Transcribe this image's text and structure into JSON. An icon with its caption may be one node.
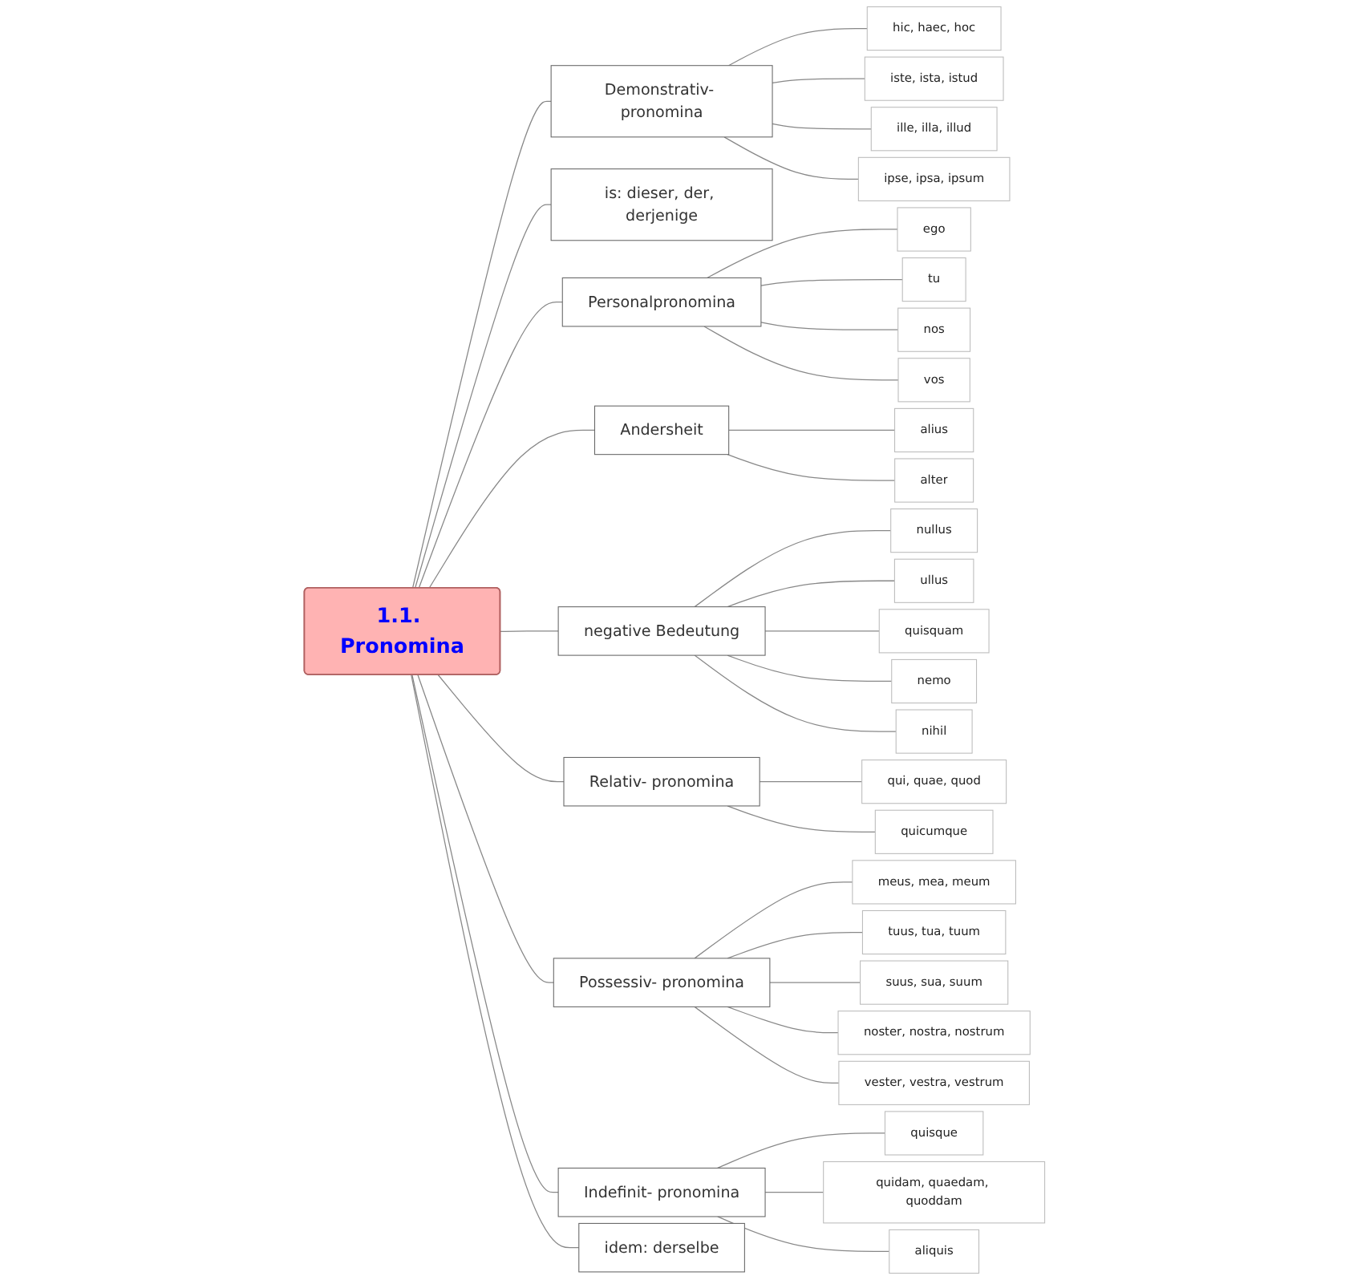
{
  "diagram": {
    "nodes": [
      {
        "text": [
          "1.1. Pronomina"
        ]
      },
      {
        "text": [
          "Demonstrativ- pronomina"
        ]
      },
      {
        "text": [
          "hic, haec, hoc"
        ]
      },
      {
        "text": [
          "iste, ista, istud"
        ]
      },
      {
        "text": [
          "ille, illa, illud"
        ]
      },
      {
        "text": [
          "ipse, ipsa, ipsum"
        ]
      },
      {
        "text": [
          "is: dieser, der, derjenige"
        ]
      },
      {
        "text": [
          "Personalpronomina"
        ]
      },
      {
        "text": [
          "ego"
        ]
      },
      {
        "text": [
          "tu"
        ]
      },
      {
        "text": [
          "nos"
        ]
      },
      {
        "text": [
          "vos"
        ]
      },
      {
        "text": [
          "Andersheit"
        ]
      },
      {
        "text": [
          "alius"
        ]
      },
      {
        "text": [
          "alter"
        ]
      },
      {
        "text": [
          "negative Bedeutung"
        ]
      },
      {
        "text": [
          "nullus"
        ]
      },
      {
        "text": [
          "ullus"
        ]
      },
      {
        "text": [
          "quisquam"
        ]
      },
      {
        "text": [
          "nemo"
        ]
      },
      {
        "text": [
          "nihil"
        ]
      },
      {
        "text": [
          "Relativ- pronomina"
        ]
      },
      {
        "text": [
          "qui, quae, quod"
        ]
      },
      {
        "text": [
          "quicumque"
        ]
      },
      {
        "text": [
          "Possessiv- pronomina"
        ]
      },
      {
        "text": [
          "meus, mea, meum"
        ]
      },
      {
        "text": [
          "tuus, tua, tuum"
        ]
      },
      {
        "text": [
          "suus, sua, suum"
        ]
      },
      {
        "text": [
          "noster, nostra, nostrum"
        ]
      },
      {
        "text": [
          "vester, vestra, vestrum"
        ]
      },
      {
        "text": [
          "Indefinit- pronomina"
        ]
      },
      {
        "text": [
          "quisque"
        ]
      },
      {
        "text": [
          "quidam, quaedam, quoddam"
        ]
      },
      {
        "text": [
          "aliquis"
        ]
      },
      {
        "text": [
          "idem: derselbe"
        ]
      }
    ],
    "edges": [
      {
        "from": 0,
        "to": 1,
        "arrow": "none"
      },
      {
        "from": 1,
        "to": 2,
        "arrow": "none"
      },
      {
        "from": 1,
        "to": 3,
        "arrow": "none"
      },
      {
        "from": 1,
        "to": 4,
        "arrow": "none"
      },
      {
        "from": 1,
        "to": 5,
        "arrow": "none"
      },
      {
        "from": 0,
        "to": 6,
        "arrow": "none"
      },
      {
        "from": 0,
        "to": 7,
        "arrow": "none"
      },
      {
        "from": 7,
        "to": 8,
        "arrow": "none"
      },
      {
        "from": 7,
        "to": 9,
        "arrow": "none"
      },
      {
        "from": 7,
        "to": 10,
        "arrow": "none"
      },
      {
        "from": 7,
        "to": 11,
        "arrow": "none"
      },
      {
        "from": 0,
        "to": 12,
        "arrow": "none"
      },
      {
        "from": 12,
        "to": 13,
        "arrow": "none"
      },
      {
        "from": 12,
        "to": 14,
        "arrow": "none"
      },
      {
        "from": 0,
        "to": 15,
        "arrow": "none"
      },
      {
        "from": 15,
        "to": 16,
        "arrow": "none"
      },
      {
        "from": 15,
        "to": 17,
        "arrow": "none"
      },
      {
        "from": 15,
        "to": 18,
        "arrow": "none"
      },
      {
        "from": 15,
        "to": 19,
        "arrow": "none"
      },
      {
        "from": 15,
        "to": 20,
        "arrow": "none"
      },
      {
        "from": 0,
        "to": 21,
        "arrow": "none"
      },
      {
        "from": 21,
        "to": 22,
        "arrow": "none"
      },
      {
        "from": 21,
        "to": 23,
        "arrow": "none"
      },
      {
        "from": 0,
        "to": 24,
        "arrow": "none"
      },
      {
        "from": 24,
        "to": 25,
        "arrow": "none"
      },
      {
        "from": 24,
        "to": 26,
        "arrow": "none"
      },
      {
        "from": 24,
        "to": 27,
        "arrow": "none"
      },
      {
        "from": 24,
        "to": 28,
        "arrow": "none"
      },
      {
        "from": 24,
        "to": 29,
        "arrow": "none"
      },
      {
        "from": 0,
        "to": 30,
        "arrow": "none"
      },
      {
        "from": 30,
        "to": 31,
        "arrow": "none"
      },
      {
        "from": 30,
        "to": 32,
        "arrow": "none"
      },
      {
        "from": 30,
        "to": 33,
        "arrow": "none"
      },
      {
        "from": 0,
        "to": 34,
        "arrow": "none"
      }
    ]
  }
}
